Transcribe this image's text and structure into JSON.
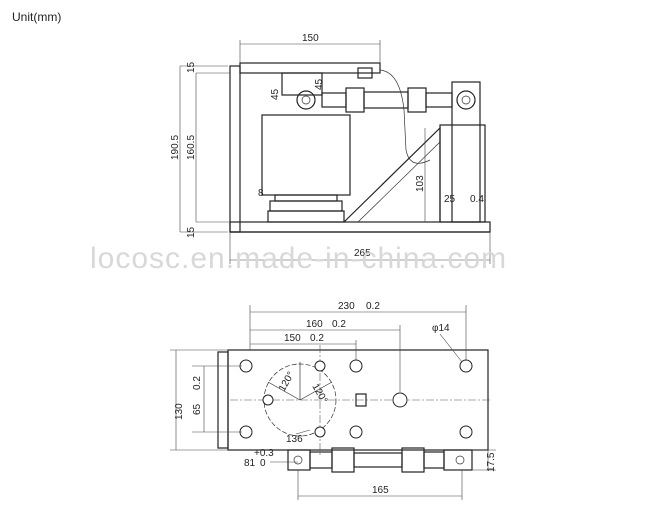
{
  "unit_label": "Unit(mm)",
  "watermark": "locosc.en.made-in-china.com",
  "side_view": {
    "dims": {
      "width_top": "150",
      "height_total": "190.5",
      "height_mid": "160.5",
      "top_plate": "15",
      "bottom_plate": "15",
      "d45a": "45",
      "d45b": "45",
      "d8": "8",
      "d103": "103",
      "d25": "25",
      "d04": "0.4",
      "length_base": "265"
    }
  },
  "top_view": {
    "dims": {
      "d230": "230",
      "d230_tol": "0.2",
      "d160": "160",
      "d160_tol": "0.2",
      "d150": "150",
      "d150_tol": "0.2",
      "hole_dia": "φ14",
      "d130": "130",
      "d65": "65",
      "d65_tol": "0.2",
      "d136": "136",
      "angle_a": "120°",
      "angle_b": "120°",
      "d81": "81",
      "d81_tol_up": "+0.3",
      "d81_tol_low": "0",
      "d165": "165",
      "d175": "17.5"
    }
  }
}
